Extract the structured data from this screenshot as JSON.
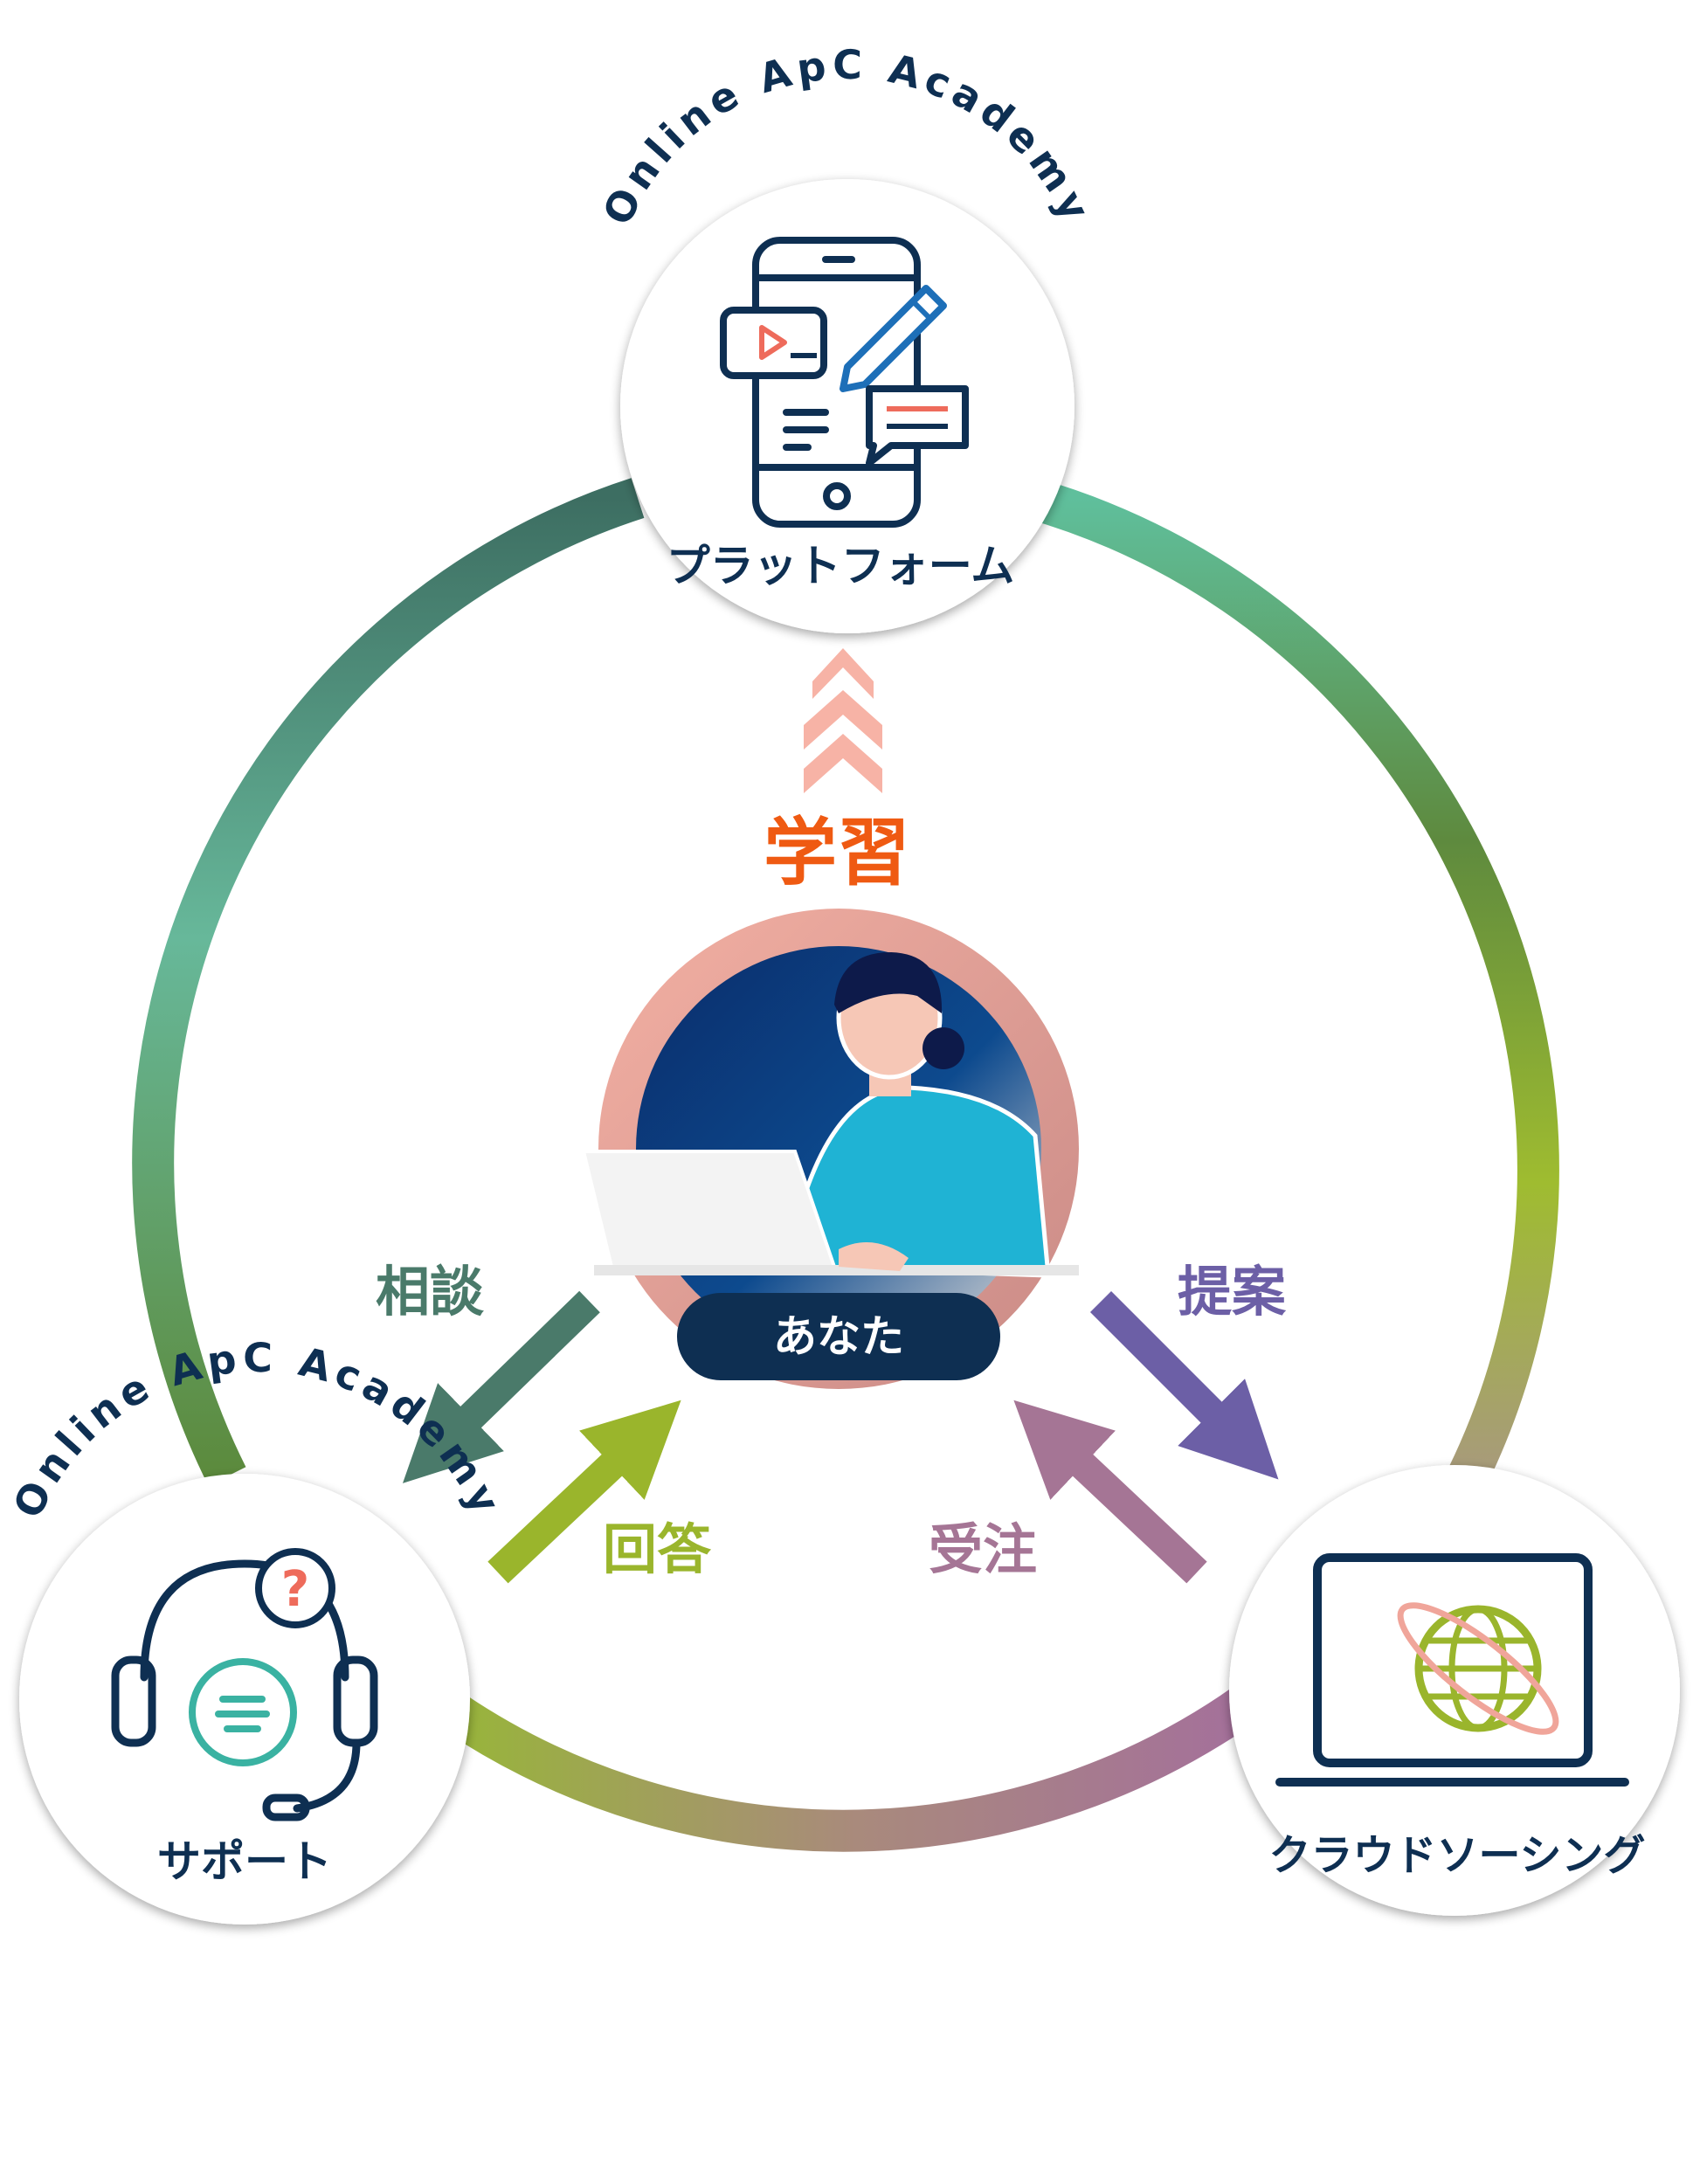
{
  "brand_arc_text": "Online ApC Academy",
  "nodes": {
    "platform": {
      "label": "プラットフォーム",
      "brand": "Online ApC Academy"
    },
    "support": {
      "label": "サポート",
      "brand": "Online ApC Academy"
    },
    "crowdsourcing": {
      "label": "クラウドソーシング"
    }
  },
  "center": {
    "label": "あなた"
  },
  "relations": {
    "learning": "学習",
    "consult": "相談",
    "answer": "回答",
    "propose": "提案",
    "order": "受注"
  },
  "colors": {
    "navy": "#0e2f52",
    "learning_orange": "#ef5a12",
    "consult_green": "#4a7a6a",
    "answer_olive": "#9ab52c",
    "propose_purple": "#6c5fa6",
    "order_mauve": "#a57595",
    "chevron_pink": "#f7b3a6"
  },
  "icons": [
    "smartphone-icon",
    "pencil-icon",
    "video-play-icon",
    "chat-bubble-icon",
    "headset-icon",
    "question-icon",
    "laptop-icon",
    "globe-icon",
    "person-at-laptop-illustration"
  ]
}
